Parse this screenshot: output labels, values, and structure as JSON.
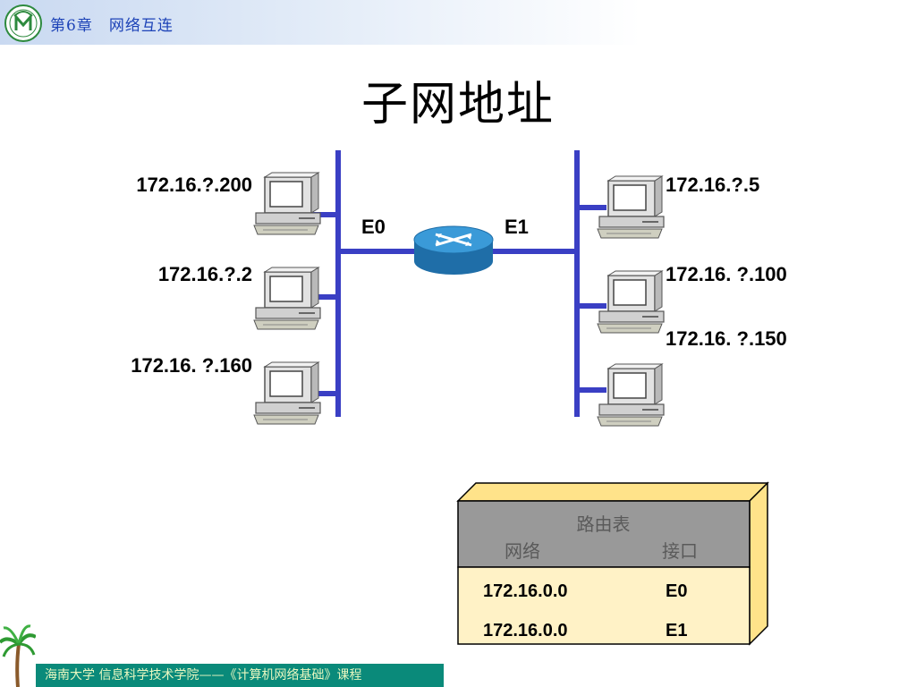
{
  "header": {
    "chapter_label": "第6章",
    "chapter_name": "网络互连"
  },
  "title": "子网地址",
  "left_hosts": [
    {
      "ip": "172.16.?.200"
    },
    {
      "ip": "172.16.?.2"
    },
    {
      "ip": "172.16. ?.160"
    }
  ],
  "right_hosts": [
    {
      "ip": "172.16.?.5"
    },
    {
      "ip": "172.16. ?.100"
    },
    {
      "ip": "172.16. ?.150"
    }
  ],
  "router": {
    "left_port": "E0",
    "right_port": "E1"
  },
  "routing_table": {
    "title": "路由表",
    "col_network": "网络",
    "col_interface": "接口",
    "rows": [
      {
        "network": "172.16.0.0",
        "interface": "E0"
      },
      {
        "network": "172.16.0.0",
        "interface": "E1"
      }
    ]
  },
  "footer": {
    "text": "海南大学  信息科学技术学院——《计算机网络基础》课程"
  },
  "colors": {
    "segment_line": "#3a3fc4",
    "router_body": "#2a86c8",
    "table_yellow": "#ffe38a",
    "table_header_gray": "#999999",
    "footer_bg": "#0a8a7a"
  }
}
